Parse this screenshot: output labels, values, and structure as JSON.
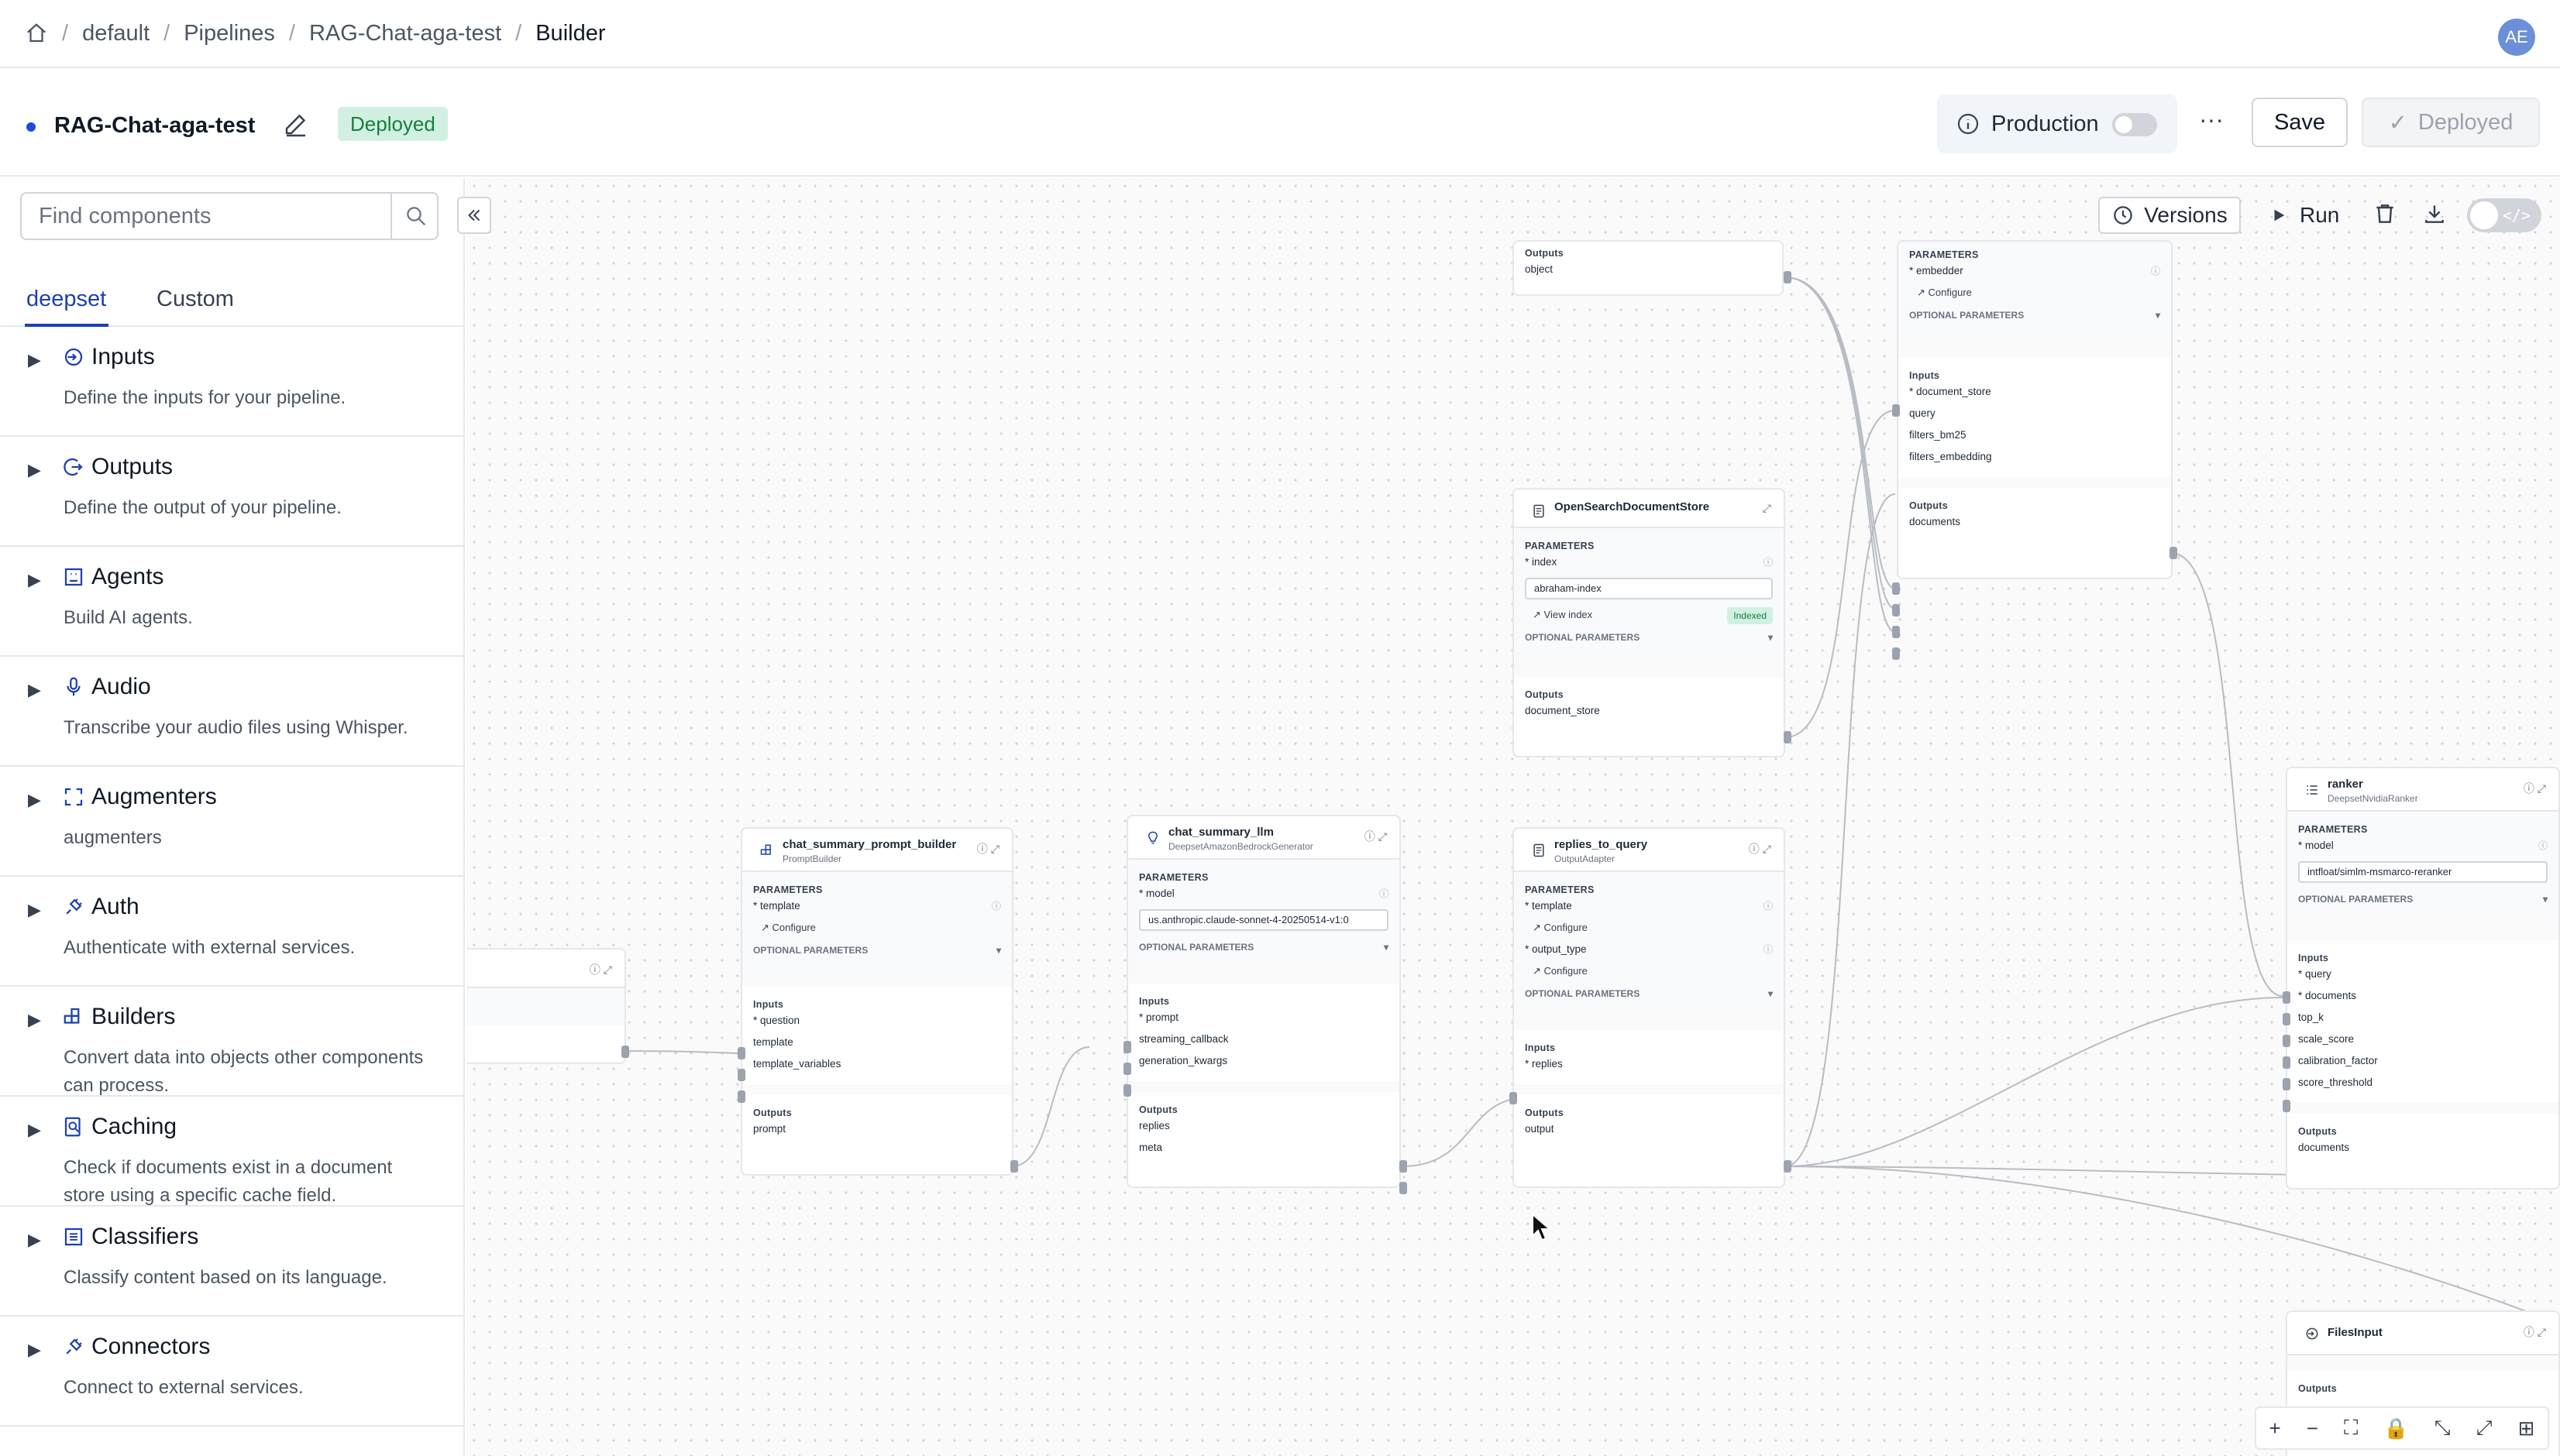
{
  "breadcrumb": {
    "items": [
      "default",
      "Pipelines",
      "RAG-Chat-aga-test",
      "Builder"
    ],
    "separator": "/"
  },
  "user": {
    "initials": "AE"
  },
  "pipeline": {
    "name": "RAG-Chat-aga-test",
    "status": "Deployed"
  },
  "header": {
    "production_label": "Production",
    "more_label": "···",
    "save_label": "Save",
    "deployed_label": "Deployed"
  },
  "sidebar": {
    "search_placeholder": "Find components",
    "tabs": [
      "deepset",
      "Custom"
    ],
    "groups": [
      {
        "name": "Inputs",
        "desc": "Define the inputs for your pipeline.",
        "icon": "login-arrow-icon"
      },
      {
        "name": "Outputs",
        "desc": "Define the output of your pipeline.",
        "icon": "logout-arrow-icon"
      },
      {
        "name": "Agents",
        "desc": "Build AI agents.",
        "icon": "agent-icon"
      },
      {
        "name": "Audio",
        "desc": "Transcribe your audio files using Whisper.",
        "icon": "microphone-icon"
      },
      {
        "name": "Augmenters",
        "desc": "augmenters",
        "icon": "bracket-frame-icon"
      },
      {
        "name": "Auth",
        "desc": "Authenticate with external services.",
        "icon": "plug-icon"
      },
      {
        "name": "Builders",
        "desc": "Convert data into objects other components can process.",
        "icon": "blocks-icon"
      },
      {
        "name": "Caching",
        "desc": "Check if documents exist in a document store using a specific cache field.",
        "icon": "doc-search-icon"
      },
      {
        "name": "Classifiers",
        "desc": "Classify content based on its language.",
        "icon": "list-box-icon"
      },
      {
        "name": "Connectors",
        "desc": "Connect to external services.",
        "icon": "plug-icon"
      }
    ]
  },
  "canvas_toolbar": {
    "versions_label": "Versions",
    "run_label": "Run",
    "code_label": "</>"
  },
  "nodes": {
    "top_output": {
      "outputs_label": "Outputs",
      "output": "object"
    },
    "retriever": {
      "params_label": "PARAMETERS",
      "param": "* embedder",
      "configure": "Configure",
      "optional": "OPTIONAL PARAMETERS",
      "inputs_label": "Inputs",
      "inputs": [
        "* document_store",
        "query",
        "filters_bm25",
        "filters_embedding"
      ],
      "outputs_label": "Outputs",
      "output": "documents"
    },
    "docstore": {
      "title": "OpenSearchDocumentStore",
      "params_label": "PARAMETERS",
      "param": "* index",
      "index_value": "abraham-index",
      "view_index": "View index",
      "indexed": "Indexed",
      "optional": "OPTIONAL PARAMETERS",
      "outputs_label": "Outputs",
      "output": "document_store"
    },
    "prompt_builder": {
      "title": "chat_summary_prompt_builder",
      "subtitle": "PromptBuilder",
      "params_label": "PARAMETERS",
      "param": "* template",
      "configure": "Configure",
      "optional": "OPTIONAL PARAMETERS",
      "inputs_label": "Inputs",
      "inputs": [
        "* question",
        "template",
        "template_variables"
      ],
      "outputs_label": "Outputs",
      "output": "prompt"
    },
    "llm": {
      "title": "chat_summary_llm",
      "subtitle": "DeepsetAmazonBedrockGenerator",
      "params_label": "PARAMETERS",
      "param": "* model",
      "model_value": "us.anthropic.claude-sonnet-4-20250514-v1:0",
      "optional": "OPTIONAL PARAMETERS",
      "inputs_label": "Inputs",
      "inputs": [
        "* prompt",
        "streaming_callback",
        "generation_kwargs"
      ],
      "outputs_label": "Outputs",
      "outputs": [
        "replies",
        "meta"
      ]
    },
    "replies_to_query": {
      "title": "replies_to_query",
      "subtitle": "OutputAdapter",
      "params_label": "PARAMETERS",
      "param1": "* template",
      "configure": "Configure",
      "param2": "* output_type",
      "optional": "OPTIONAL PARAMETERS",
      "inputs_label": "Inputs",
      "input": "* replies",
      "outputs_label": "Outputs",
      "output": "output"
    },
    "ranker": {
      "title": "ranker",
      "subtitle": "DeepsetNvidiaRanker",
      "params_label": "PARAMETERS",
      "param": "* model",
      "model_value": "intfloat/simlm-msmarco-reranker",
      "optional": "OPTIONAL PARAMETERS",
      "inputs_label": "Inputs",
      "inputs": [
        "* query",
        "* documents",
        "top_k",
        "scale_score",
        "calibration_factor",
        "score_threshold"
      ],
      "outputs_label": "Outputs",
      "output": "documents"
    },
    "files_input": {
      "title": "FilesInput",
      "outputs_label": "Outputs"
    }
  },
  "zoom_controls": [
    "zoom-in-icon",
    "zoom-out-icon",
    "fit-view-icon",
    "lock-icon",
    "collapse-icon",
    "expand-icon",
    "layout-icon"
  ]
}
